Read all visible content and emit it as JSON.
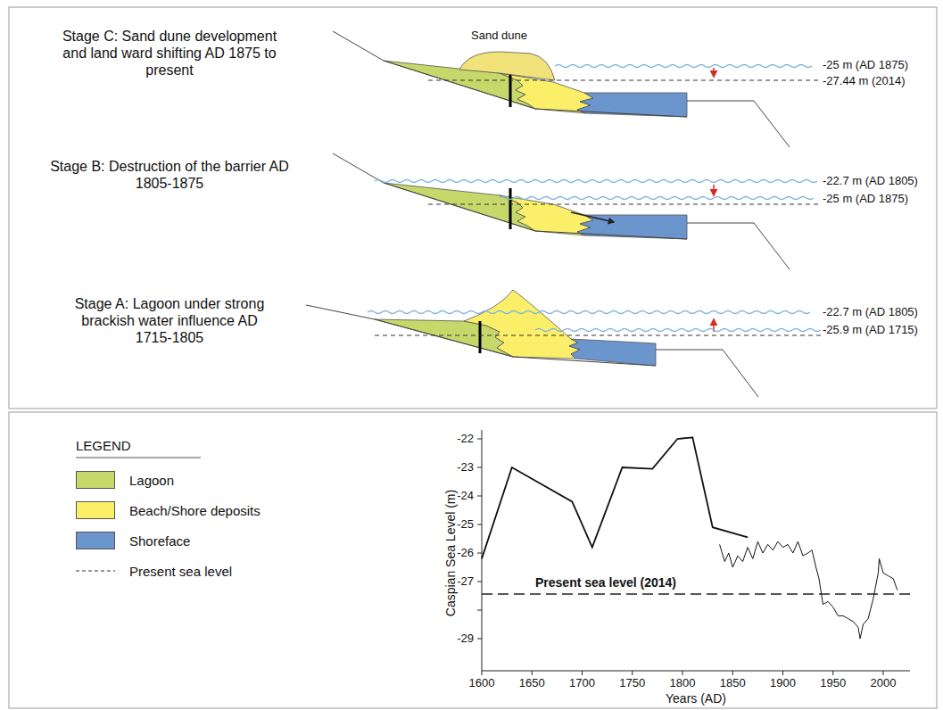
{
  "diagram": {
    "labels": [
      "Stage C: Sand dune development and land ward shifting AD 1875 to present",
      "Sand dune",
      "-25 m (AD 1875)",
      "-27.44 m (2014)",
      "Stage B: Destruction of the barrier AD 1805-1875",
      "-22.7 m (AD 1805)",
      "-25 m (AD 1875)",
      "Stage A: Lagoon under strong brackish water influence AD 1715-1805",
      "-22.7 m (AD 1805)",
      "-25.9 m (AD 1715)",
      "LEGEND",
      "Caspian Sea Level (m)",
      "-22",
      "-23",
      "-24",
      "-25",
      "-26",
      "-27",
      "-29",
      "Present sea level (2014)",
      "1600",
      "1650",
      "1700",
      "1750",
      "1800",
      "1850",
      "1900",
      "1950",
      "2000",
      "Years (AD)"
    ],
    "legend": [
      {
        "text": "Lagoon",
        "color": "#c6d86a"
      },
      {
        "text": "Beach/Shore deposits",
        "color": "#fbef69"
      },
      {
        "text": "Shoreface",
        "color": "#6b95cd"
      },
      {
        "text": "Present sea level"
      }
    ]
  }
}
